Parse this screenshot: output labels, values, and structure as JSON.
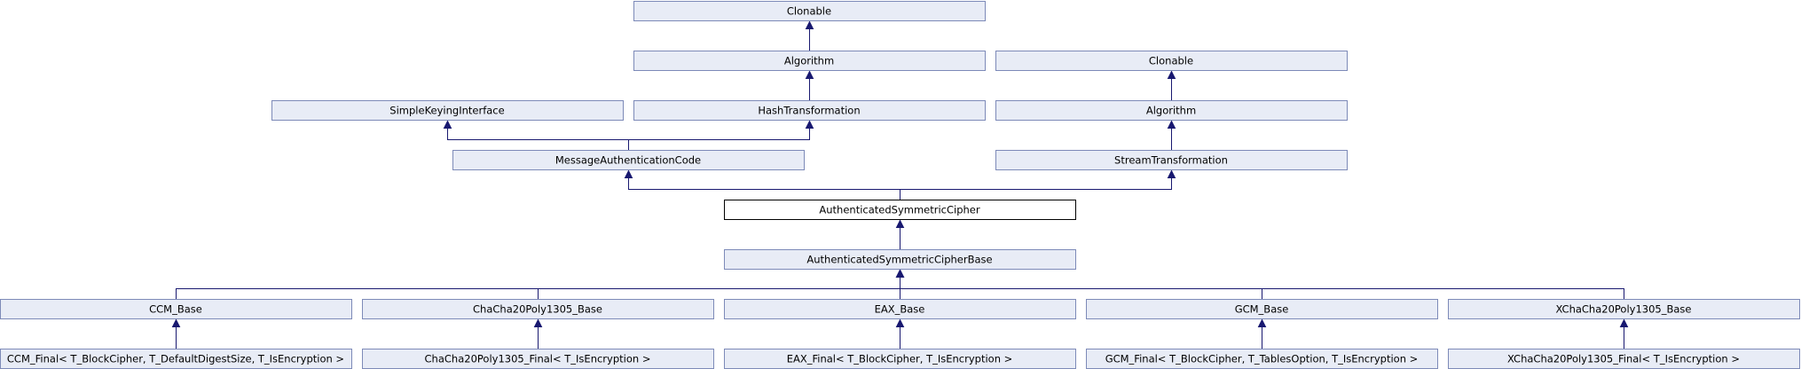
{
  "nodes": [
    {
      "id": "clonable1",
      "label": "Clonable",
      "current": false
    },
    {
      "id": "algorithm1",
      "label": "Algorithm",
      "current": false
    },
    {
      "id": "clonable2",
      "label": "Clonable",
      "current": false
    },
    {
      "id": "simplekeying",
      "label": "SimpleKeyingInterface",
      "current": false
    },
    {
      "id": "hashtrans",
      "label": "HashTransformation",
      "current": false
    },
    {
      "id": "algorithm2",
      "label": "Algorithm",
      "current": false
    },
    {
      "id": "mac",
      "label": "MessageAuthenticationCode",
      "current": false
    },
    {
      "id": "streamtrans",
      "label": "StreamTransformation",
      "current": false
    },
    {
      "id": "asc",
      "label": "AuthenticatedSymmetricCipher",
      "current": true
    },
    {
      "id": "ascbase",
      "label": "AuthenticatedSymmetricCipherBase",
      "current": false
    },
    {
      "id": "ccmbase",
      "label": "CCM_Base",
      "current": false
    },
    {
      "id": "chachabase",
      "label": "ChaCha20Poly1305_Base",
      "current": false
    },
    {
      "id": "eaxbase",
      "label": "EAX_Base",
      "current": false
    },
    {
      "id": "gcmbase",
      "label": "GCM_Base",
      "current": false
    },
    {
      "id": "xchachabase",
      "label": "XChaCha20Poly1305_Base",
      "current": false
    },
    {
      "id": "ccmfinal",
      "label": "CCM_Final< T_BlockCipher, T_DefaultDigestSize, T_IsEncryption >",
      "current": false
    },
    {
      "id": "chachafinal",
      "label": "ChaCha20Poly1305_Final< T_IsEncryption >",
      "current": false
    },
    {
      "id": "eaxfinal",
      "label": "EAX_Final< T_BlockCipher, T_IsEncryption >",
      "current": false
    },
    {
      "id": "gcmfinal",
      "label": "GCM_Final< T_BlockCipher, T_TablesOption, T_IsEncryption >",
      "current": false
    },
    {
      "id": "xchachafinal",
      "label": "XChaCha20Poly1305_Final< T_IsEncryption >",
      "current": false
    }
  ],
  "edges": [
    {
      "from": "algorithm1",
      "to": "clonable1"
    },
    {
      "from": "hashtrans",
      "to": "algorithm1"
    },
    {
      "from": "algorithm2",
      "to": "clonable2"
    },
    {
      "from": "streamtrans",
      "to": "algorithm2"
    },
    {
      "from": "mac",
      "to": "simplekeying"
    },
    {
      "from": "mac",
      "to": "hashtrans"
    },
    {
      "from": "asc",
      "to": "mac"
    },
    {
      "from": "asc",
      "to": "streamtrans"
    },
    {
      "from": "ascbase",
      "to": "asc"
    },
    {
      "from": "ccmbase",
      "to": "ascbase"
    },
    {
      "from": "chachabase",
      "to": "ascbase"
    },
    {
      "from": "eaxbase",
      "to": "ascbase"
    },
    {
      "from": "gcmbase",
      "to": "ascbase"
    },
    {
      "from": "xchachabase",
      "to": "ascbase"
    },
    {
      "from": "ccmfinal",
      "to": "ccmbase"
    },
    {
      "from": "chachafinal",
      "to": "chachabase"
    },
    {
      "from": "eaxfinal",
      "to": "eaxbase"
    },
    {
      "from": "gcmfinal",
      "to": "gcmbase"
    },
    {
      "from": "xchachafinal",
      "to": "xchachabase"
    }
  ],
  "colors": {
    "node_fill": "#e8ecf6",
    "node_border": "#7d8ab8",
    "current_node_fill": "#ffffff",
    "current_node_border": "#000000",
    "edge": "#191970"
  }
}
